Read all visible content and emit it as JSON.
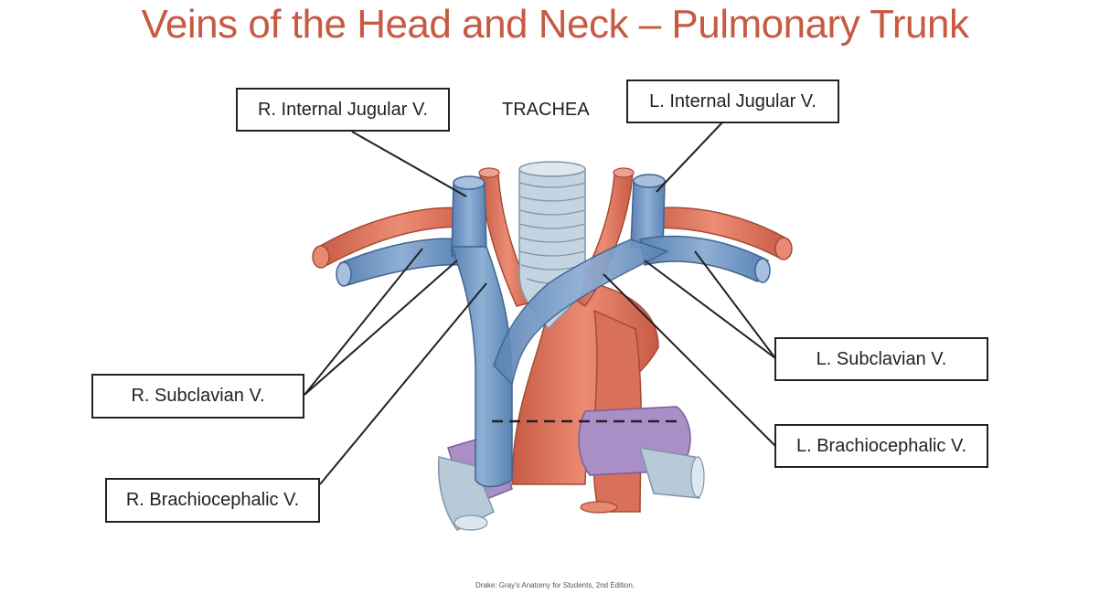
{
  "title": "Veins of the Head and Neck – Pulmonary Trunk",
  "labels": {
    "r_internal_jugular": "R. Internal Jugular V.",
    "l_internal_jugular": "L. Internal Jugular V.",
    "trachea": "TRACHEA",
    "r_subclavian": "R. Subclavian V.",
    "l_subclavian": "L. Subclavian V.",
    "r_brachiocephalic": "R. Brachiocephalic V.",
    "l_brachiocephalic": "L. Brachiocephalic V."
  },
  "credit": "Drake: Gray's Anatomy for Students, 2nd Edition.",
  "colors": {
    "title": "#c65a42",
    "vein": "#6f96c4",
    "artery": "#d9705a",
    "trachea": "#b8cad8",
    "pulmonary": "#a98fc6"
  }
}
